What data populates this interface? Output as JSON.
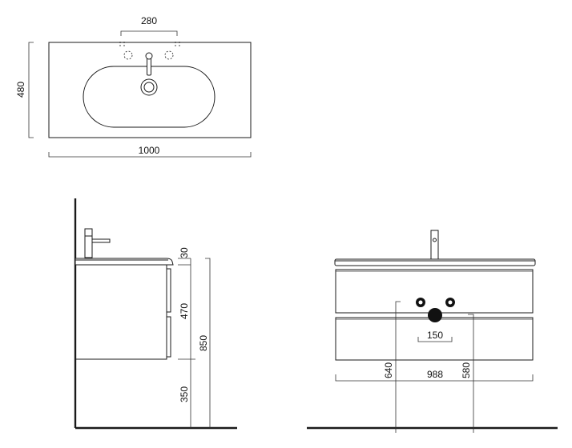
{
  "dimensions": {
    "top_view": {
      "tap_spacing": "280",
      "width": "1000",
      "depth": "480"
    },
    "side_view": {
      "top_thickness": "30",
      "cabinet_height": "470",
      "total_height": "850",
      "floor_clearance": "350"
    },
    "front_view": {
      "drain_offset_left": "640",
      "drain_offset_right": "580",
      "cabinet_width": "988",
      "outlet_height": "150"
    }
  }
}
